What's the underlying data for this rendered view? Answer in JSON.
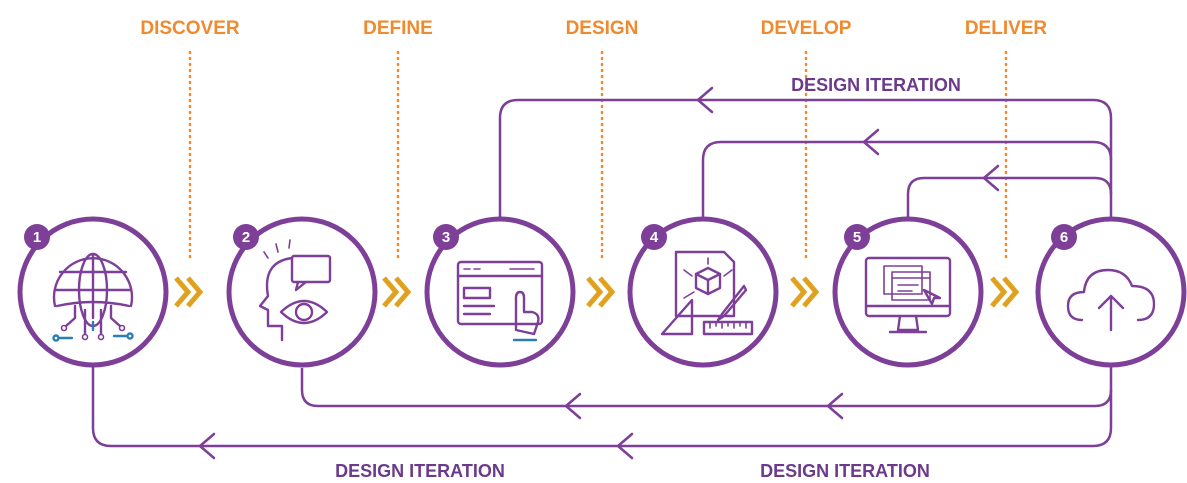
{
  "phases": [
    {
      "label": "DISCOVER"
    },
    {
      "label": "DEFINE"
    },
    {
      "label": "DESIGN"
    },
    {
      "label": "DEVELOP"
    },
    {
      "label": "DELIVER"
    }
  ],
  "steps": [
    {
      "number": "1",
      "icon": "globe-circuit-icon"
    },
    {
      "number": "2",
      "icon": "head-eye-speech-icon"
    },
    {
      "number": "3",
      "icon": "browser-hand-click-icon"
    },
    {
      "number": "4",
      "icon": "drafting-tools-icon"
    },
    {
      "number": "5",
      "icon": "monitor-windows-icon"
    },
    {
      "number": "6",
      "icon": "cloud-upload-icon"
    }
  ],
  "iteration_labels": {
    "top": "DESIGN ITERATION",
    "bottom_left": "DESIGN ITERATION",
    "bottom_right": "DESIGN ITERATION"
  },
  "colors": {
    "phase_orange": "#ef8a2e",
    "brand_purple": "#7d3f98",
    "chevron_gold": "#e0a21e",
    "accent_teal": "#2a7db5"
  }
}
